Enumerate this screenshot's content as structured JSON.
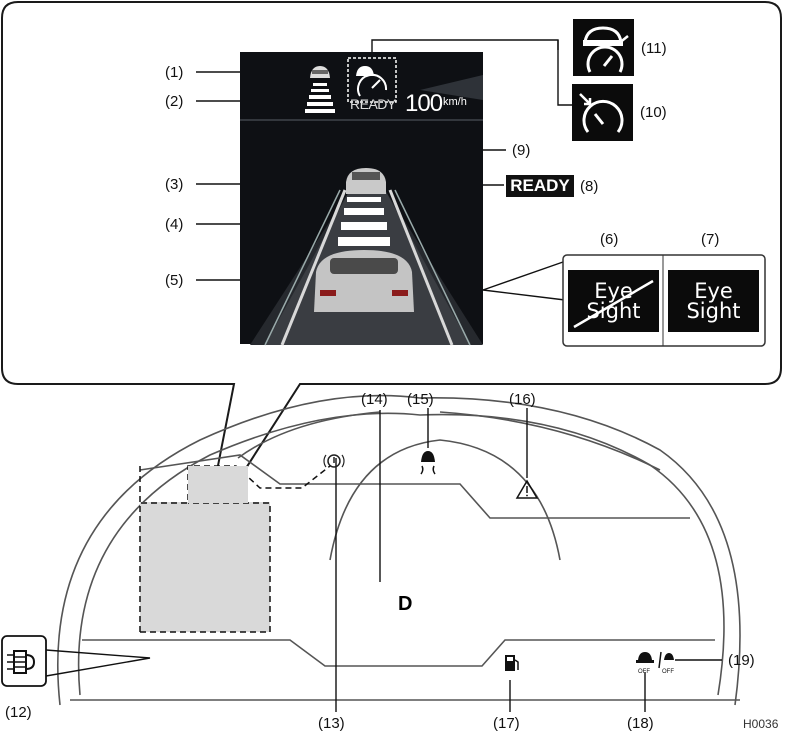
{
  "callouts": {
    "c1": "(1)",
    "c2": "(2)",
    "c3": "(3)",
    "c4": "(4)",
    "c5": "(5)",
    "c6": "(6)",
    "c7": "(7)",
    "c8": "(8)",
    "c9": "(9)",
    "c10": "(10)",
    "c11": "(11)",
    "c12": "(12)",
    "c13": "(13)",
    "c14": "(14)",
    "c15": "(15)",
    "c16": "(16)",
    "c17": "(17)",
    "c18": "(18)",
    "c19": "(19)"
  },
  "display": {
    "ready_small": "READY",
    "speed": "100",
    "speed_unit": "km/h",
    "ready_big": "READY"
  },
  "eyesight": {
    "off_line1": "Eye",
    "off_line2": "Sight",
    "on_line1": "Eye",
    "on_line2": "Sight"
  },
  "cluster": {
    "gear": "D"
  },
  "figure_code": "H0036",
  "icons": {
    "lead_vehicle": "lead-vehicle-icon",
    "distance_bars": "following-distance-icon",
    "cruise_set": "cruise-set-speed-icon",
    "cruise_vehicle": "cruise-vehicle-speed-icon",
    "cruise_plain": "cruise-speed-icon",
    "lane_keep": "lane-keep-icon",
    "master_warning": "warning-triangle-icon",
    "fuel": "fuel-pump-icon",
    "pcb_off": "pre-collision-braking-off-icon",
    "lane_departure_off": "lane-departure-off-icon",
    "brake_lamp": "brake-hold-icon",
    "exhaust_filter": "exhaust-filter-icon"
  }
}
